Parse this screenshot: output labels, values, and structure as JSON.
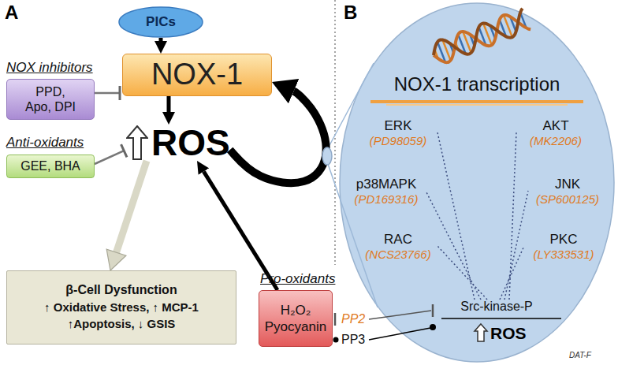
{
  "diagram": {
    "nodes": [
      {
        "text": [
          "PICs"
        ]
      },
      {
        "text": [
          "NOX-1"
        ]
      },
      {
        "text": [
          "PPD, Apo, DPI"
        ]
      },
      {
        "text": [
          "ROS"
        ]
      },
      {
        "text": [
          "GEE, BHA"
        ]
      },
      {
        "text": [
          "β-Cell Dysfunction",
          "↑ Oxidative Stress, ↑ MCP-1 ↑Apoptosis, ↓ GSIS"
        ]
      },
      {
        "text": [
          "H₂O₂ Pyocyanin"
        ]
      },
      {
        "text": [
          "NOX-1 transcription"
        ]
      },
      {
        "text": [
          "ERK",
          "(PD98059)"
        ],
        "in": 7
      },
      {
        "text": [
          "AKT",
          "(MK2206)"
        ],
        "in": 7
      },
      {
        "text": [
          "p38MAPK",
          "(PD169316)"
        ],
        "in": 7
      },
      {
        "text": [
          "JNK",
          "(SP600125)"
        ],
        "in": 7
      },
      {
        "text": [
          "RAC",
          "(NCS23766)"
        ],
        "in": 7
      },
      {
        "text": [
          "PKC",
          "(LY333531)"
        ],
        "in": 7
      },
      {
        "text": [
          "Src-kinase-P"
        ],
        "in": 7
      }
    ],
    "edges": [
      {
        "from": 0,
        "to": 1,
        "arrow": "to"
      },
      {
        "from": 2,
        "to": 1,
        "arrow": "none"
      },
      {
        "from": 1,
        "to": 3,
        "arrow": "to"
      },
      {
        "from": 4,
        "to": 3,
        "arrow": "none"
      },
      {
        "from": 3,
        "to": 5,
        "arrow": "to"
      },
      {
        "from": 6,
        "to": 3,
        "arrow": "to"
      },
      {
        "from": 3,
        "to": 1,
        "arrow": "to"
      },
      {
        "from": 14,
        "to": 8,
        "arrow": "none"
      },
      {
        "from": 14,
        "to": 9,
        "arrow": "none"
      },
      {
        "from": 14,
        "to": 10,
        "arrow": "none"
      },
      {
        "from": 14,
        "to": 11,
        "arrow": "none"
      },
      {
        "from": 14,
        "to": 12,
        "arrow": "none"
      },
      {
        "from": 14,
        "to": 13,
        "arrow": "none"
      }
    ],
    "labels": [
      "A",
      "NOX inhibitors",
      "Anti-oxidants",
      "Pro-oxidants",
      "B",
      "PP2",
      "PP3",
      "ROS",
      "DAT-F"
    ]
  }
}
